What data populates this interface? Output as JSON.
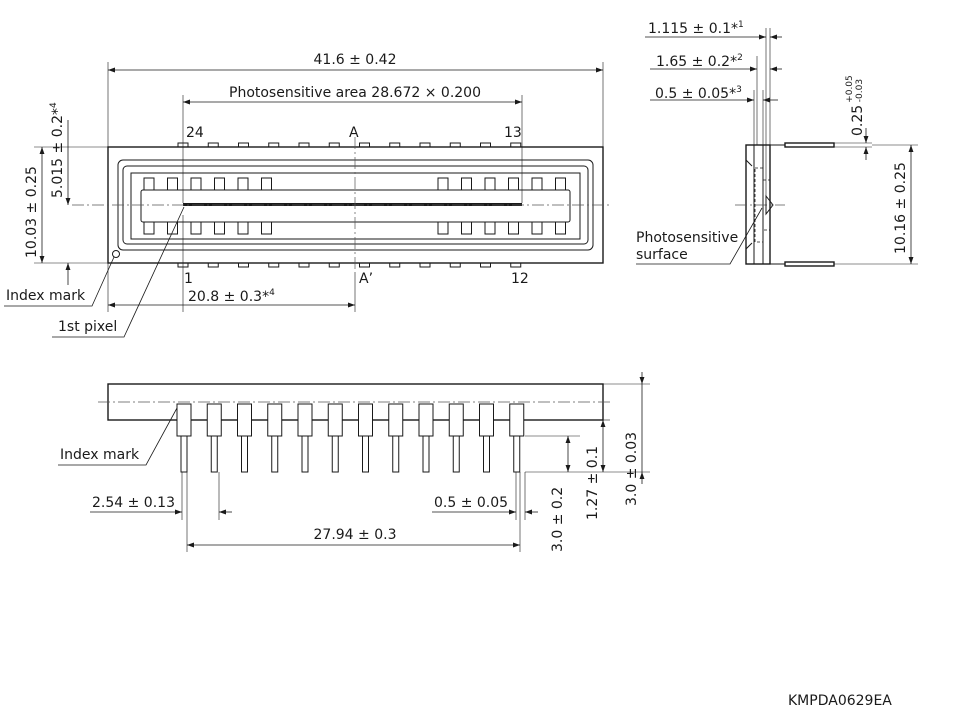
{
  "dimensions": {
    "overall_length": "41.6 ± 0.42",
    "photosensitive_area": "Photosensitive area 28.672 × 0.200",
    "height_5015": "5.015 ± 0.2*",
    "height_5015_note": "4",
    "height_1003": "10.03 ± 0.25",
    "first_pixel_offset": "20.8 ± 0.3*",
    "first_pixel_offset_note": "4",
    "side_1115": "1.115 ± 0.1*",
    "side_1115_note": "1",
    "side_165": "1.65 ± 0.2*",
    "side_165_note": "2",
    "side_05": "0.5 ± 0.05*",
    "side_05_note": "3",
    "lead_thickness": "0.25",
    "lead_tol_plus": "+0.05",
    "lead_tol_minus": "-0.03",
    "side_height": "10.16 ± 0.25",
    "pin_pitch": "2.54 ± 0.13",
    "pin_width": "0.5 ± 0.05",
    "pin_span": "27.94 ± 0.3",
    "lead_length": "3.0 ± 0.2",
    "lead_step": "1.27 ± 0.1",
    "body_thickness": "3.0 ± 0.03"
  },
  "labels": {
    "pin24": "24",
    "pin13": "13",
    "pin1": "1",
    "pin12": "12",
    "section_a": "A",
    "section_a_prime": "A’",
    "index_mark_top": "Index mark",
    "first_pixel": "1st pixel",
    "photosensitive_surface_line1": "Photosensitive",
    "photosensitive_surface_line2": "surface",
    "index_mark_bottom": "Index mark",
    "drawing_code": "KMPDA0629EA"
  }
}
